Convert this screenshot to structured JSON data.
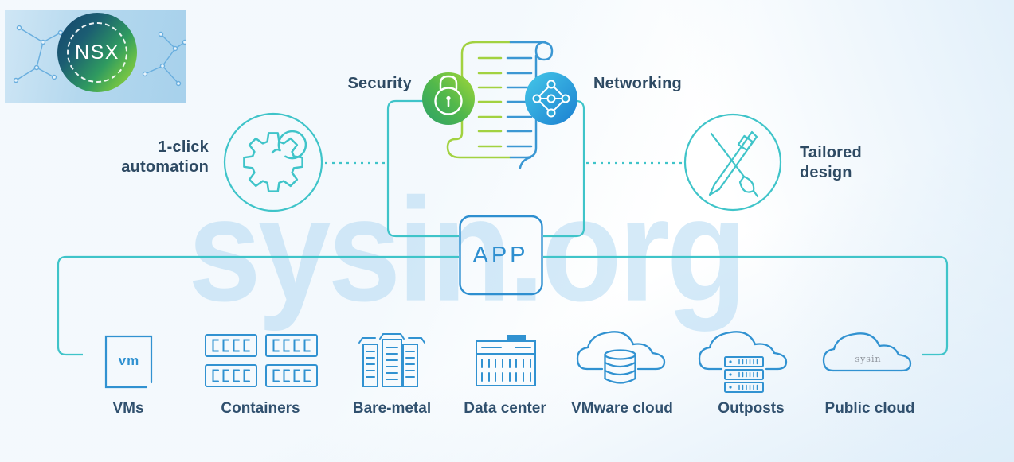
{
  "logo": {
    "product_name": "NSX"
  },
  "features": {
    "security": {
      "label": "Security"
    },
    "networking": {
      "label": "Networking"
    },
    "automation": {
      "line1": "1-click",
      "line2": "automation"
    },
    "design": {
      "line1": "Tailored",
      "line2": "design"
    }
  },
  "app": {
    "label": "APP"
  },
  "vm_badge": "vm",
  "infrastructure": {
    "items": [
      {
        "label": "VMs",
        "icon": "vm-square-icon"
      },
      {
        "label": "Containers",
        "icon": "container-grid-icon"
      },
      {
        "label": "Bare-metal",
        "icon": "server-towers-icon"
      },
      {
        "label": "Data center",
        "icon": "building-icon"
      },
      {
        "label": "VMware cloud",
        "icon": "cloud-database-icon"
      },
      {
        "label": "Outposts",
        "icon": "cloud-racks-icon"
      },
      {
        "label": "Public cloud",
        "icon": "cloud-icon"
      }
    ]
  },
  "watermark": {
    "main": "sysin.org",
    "small": "sysin"
  },
  "colors": {
    "teal_line": "#3fc4c9",
    "icon_blue": "#3192d1",
    "app_blue": "#2e8fd0",
    "label_navy": "#2e4a63",
    "scroll_green": "#a2d240",
    "scroll_blue": "#3b97d3",
    "security_gradient": [
      "#2ba169",
      "#a5d938"
    ],
    "networking_gradient": [
      "#45c8e8",
      "#1b7fd1"
    ],
    "logo_panel_blue": "#b4d8ee",
    "watermark_blue": "#b2d8f2"
  }
}
